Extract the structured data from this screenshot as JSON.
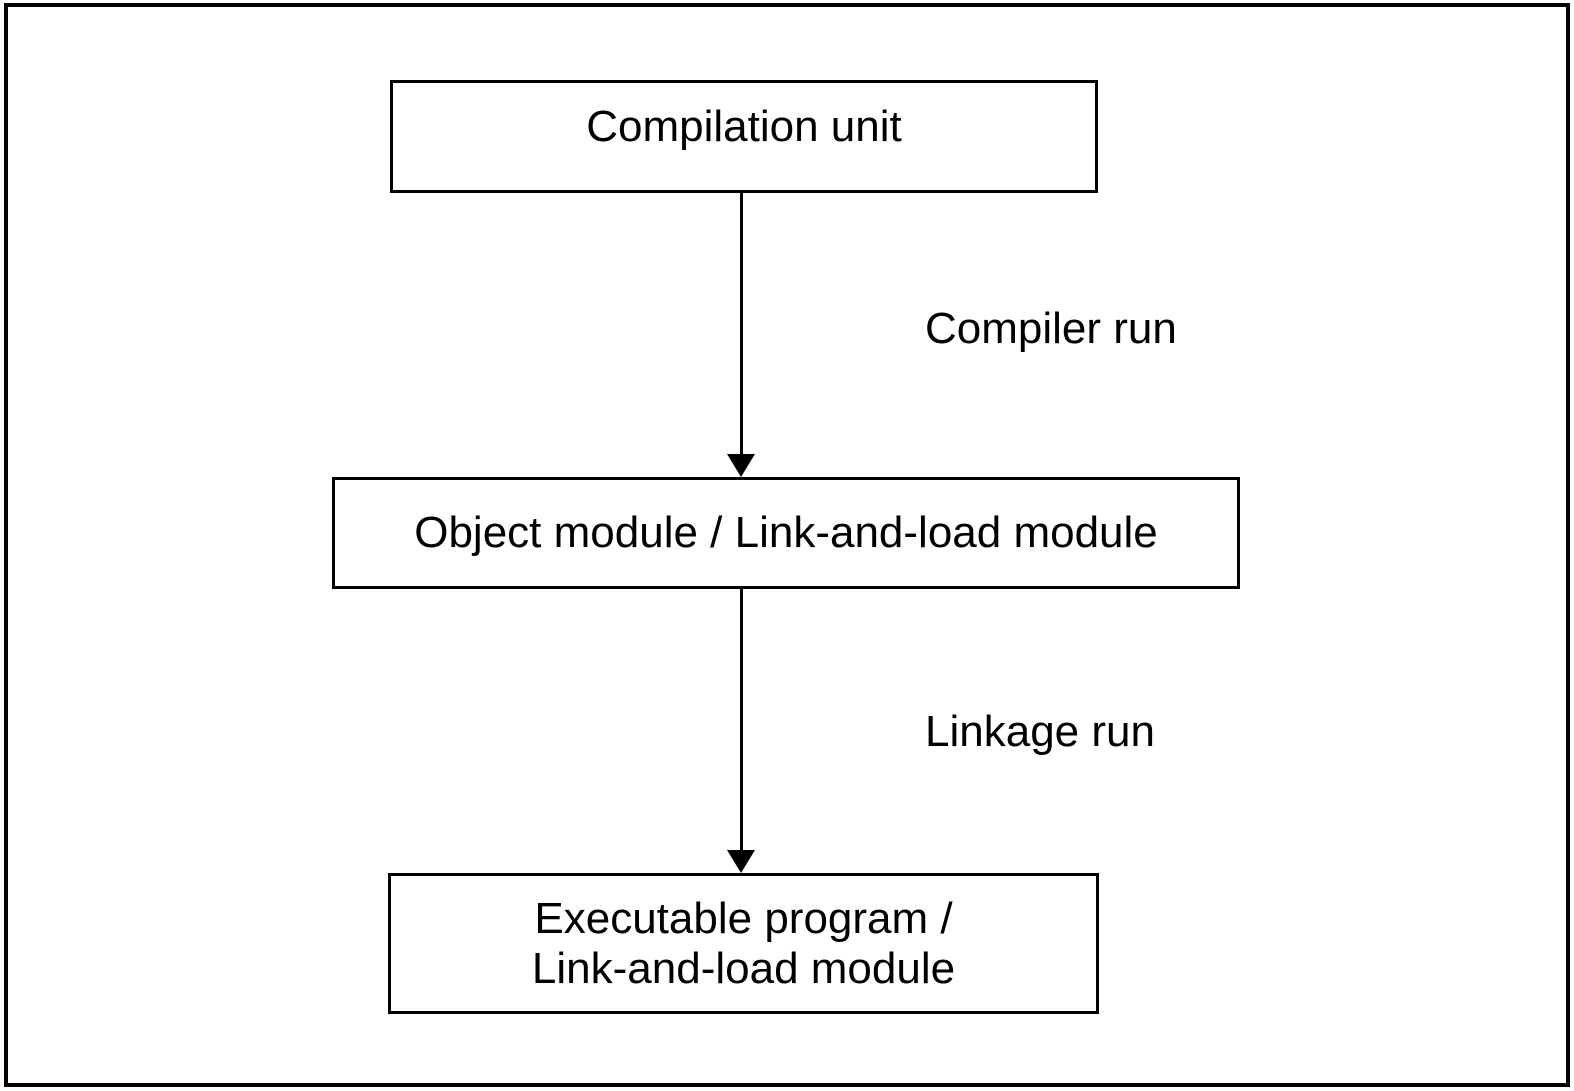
{
  "diagram": {
    "type": "flowchart",
    "colors": {
      "background": "#ffffff",
      "stroke": "#000000",
      "text": "#000000"
    },
    "nodes": [
      {
        "id": "compilation-unit",
        "label": "Compilation unit"
      },
      {
        "id": "object-module",
        "label": "Object module / Link-and-load module"
      },
      {
        "id": "executable-program",
        "lines": [
          "Executable program /",
          "Link-and-load module"
        ]
      }
    ],
    "edges": [
      {
        "from": "compilation-unit",
        "to": "object-module",
        "label": "Compiler run",
        "direction": "down"
      },
      {
        "from": "object-module",
        "to": "executable-program",
        "label": "Linkage run",
        "direction": "down"
      }
    ]
  }
}
